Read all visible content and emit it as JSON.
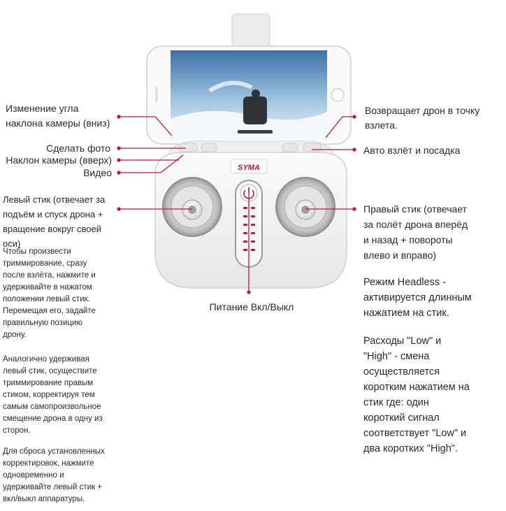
{
  "brand": "SYMA",
  "colors": {
    "accent": "#c0182c",
    "body": "#f2f2f2",
    "stick": "#9a9a9a"
  },
  "left_labels": {
    "camera_tilt_down": "Изменение угла\nнаклона камеры (вниз)",
    "photo": "Сделать фото",
    "camera_tilt_up": "Наклон камеры (вверх)",
    "video": "Видео",
    "left_stick": "Левый стик (отвечает за\nподъём и спуск дрона +\nвращение вокруг своей оси)"
  },
  "right_labels": {
    "return_home": "Возвращает дрон в точку\nвзлета.",
    "auto_takeoff": "Авто взлёт и посадка",
    "right_stick": "Правый стик (отвечает\nза полёт дрона вперёд\nи назад + повороты\nвлево и вправо)"
  },
  "bottom_label": {
    "power": "Питание Вкл/Выкл"
  },
  "left_notes": [
    "Чтобы произвести\nтриммирование, сразу\nпосле взлёта, нажмите и\nудерживайте в нажатом\nположении левый стик.\nПеремещая его, задайте\nправильную позицию\nдрону.",
    "Аналогично удерживая\nлевый стик, осуществите\nтриммирование правым\nстиком, корректируя тем\nсамым самопроизвольное\nсмещение  дрона в одну из\nсторон.",
    "Для сброса установленных\nкорректировок, нажмите\nодновременно и\nудерживайте левый стик +\nвкл/выкл аппаратуры."
  ],
  "right_notes": [
    "Режим Headless -\nактивируется длинным\nнажатием на стик.",
    "Расходы \"Low\" и\n\"High\" - смена\nосуществляется\nкоротким нажатием на\nстик где: один\nкороткий сигнал\nсоответствует \"Low\" и\nдва коротких \"High\"."
  ]
}
